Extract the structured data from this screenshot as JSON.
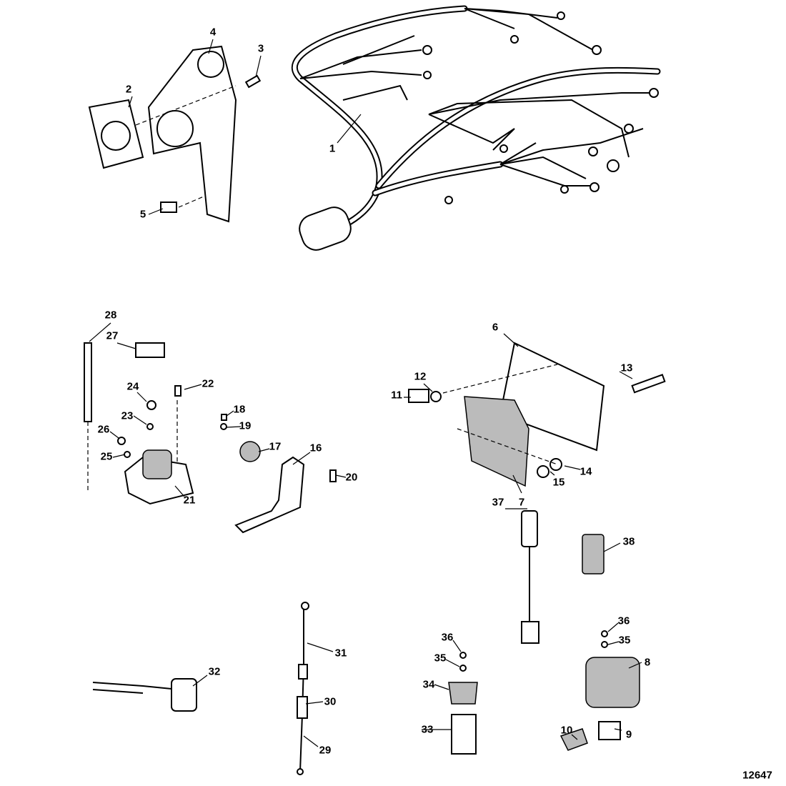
{
  "diagram_number": "12647",
  "callouts": [
    "1",
    "2",
    "3",
    "4",
    "5",
    "6",
    "7",
    "8",
    "9",
    "10",
    "11",
    "12",
    "13",
    "14",
    "15",
    "16",
    "17",
    "18",
    "19",
    "20",
    "21",
    "22",
    "23",
    "24",
    "25",
    "26",
    "27",
    "28",
    "29",
    "30",
    "31",
    "32",
    "33",
    "34",
    "35",
    "36",
    "35",
    "36",
    "37",
    "38"
  ]
}
